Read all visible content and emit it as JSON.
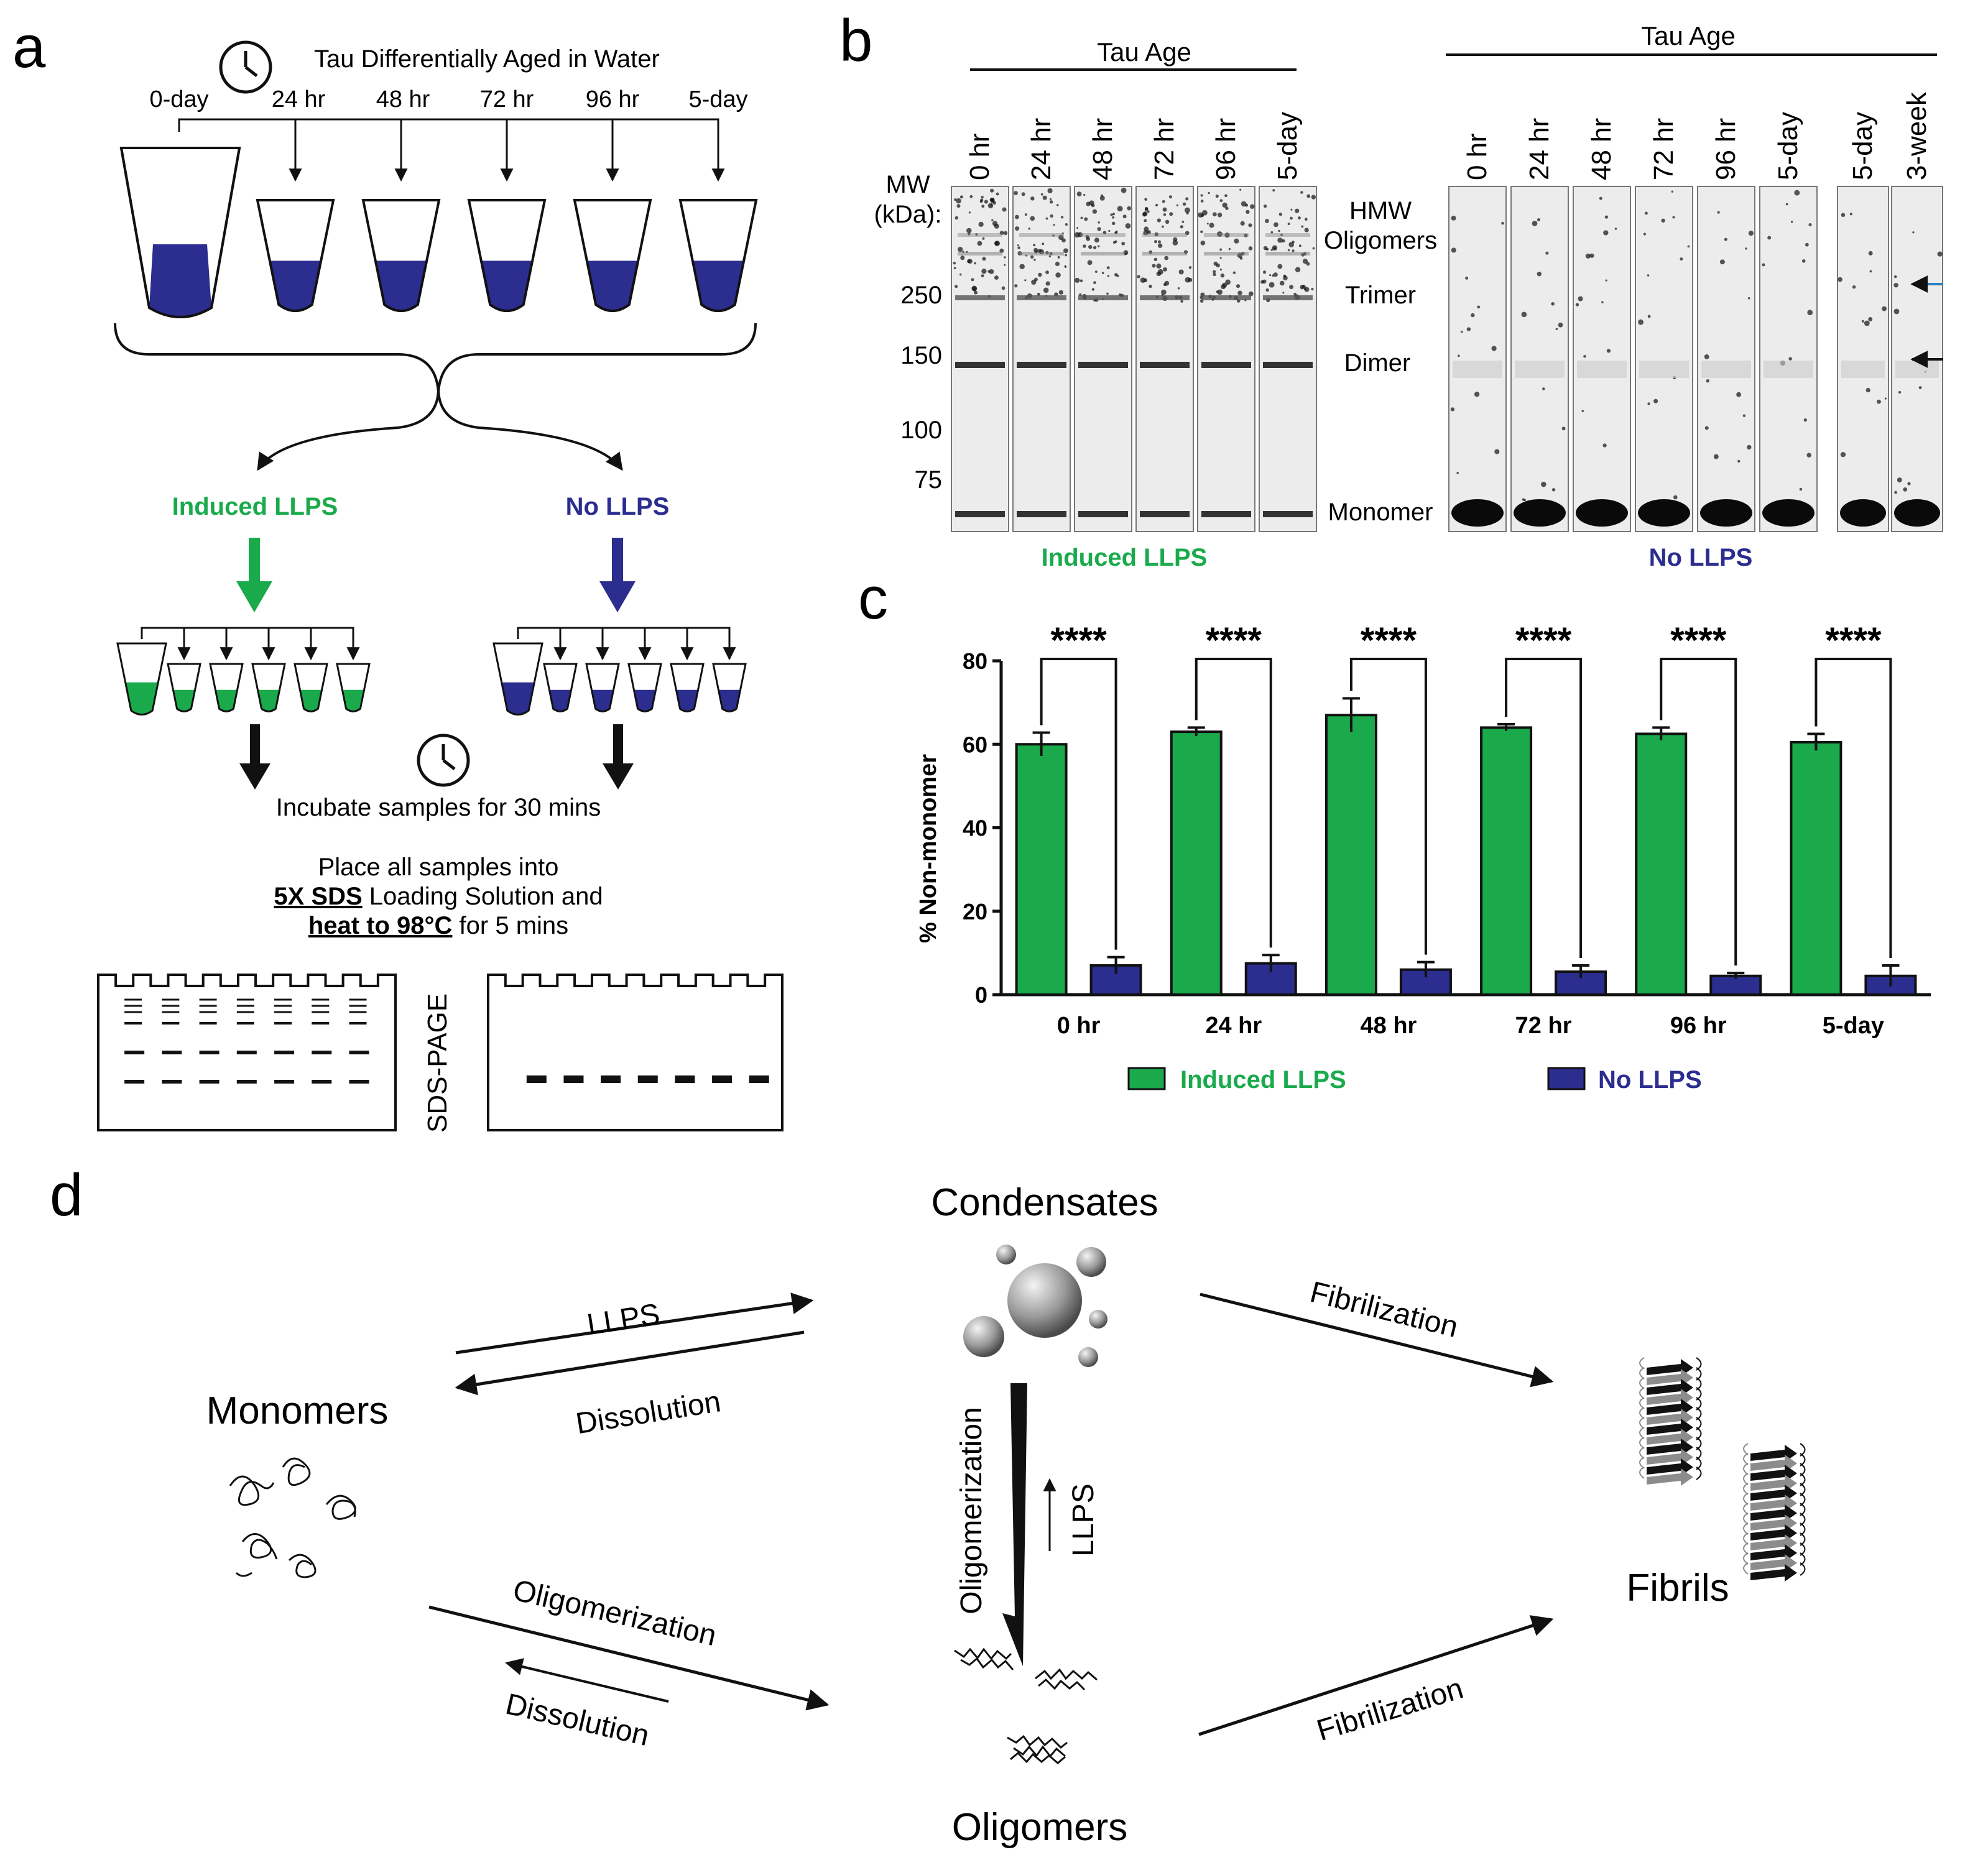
{
  "panels": {
    "a": "a",
    "b": "b",
    "c": "c",
    "d": "d"
  },
  "colors": {
    "green": "#1aaa4b",
    "blue": "#2b2d8f",
    "black": "#111111",
    "gel_bg": "#ececec",
    "gray_fibril": "#8c8c8c",
    "annotation_blue": "#2e7fbf"
  },
  "panel_a": {
    "title": "Tau Differentially Aged in Water",
    "clock_icon": "clock-icon",
    "timepoints": [
      "0-day",
      "24 hr",
      "48 hr",
      "72 hr",
      "96 hr",
      "5-day"
    ],
    "induced_label": "Induced LLPS",
    "no_label": "No LLPS",
    "incubate_text": "Incubate samples for 30 mins",
    "place_line1": "Place all samples into",
    "place_line2_bold": "5X SDS",
    "place_line2_rest": " Loading Solution and",
    "place_line3_bold": "heat to 98°C",
    "place_line3_rest": " for 5 mins",
    "sds_page": "SDS-PAGE"
  },
  "panel_b": {
    "mw_label_1": "MW",
    "mw_label_2": "(kDa):",
    "mw_markers": [
      "250",
      "150",
      "100",
      "75"
    ],
    "tau_age": "Tau Age",
    "lanes_left": [
      "0 hr",
      "24 hr",
      "48 hr",
      "72 hr",
      "96 hr",
      "5-day"
    ],
    "lanes_right": [
      "0 hr",
      "24 hr",
      "48 hr",
      "72 hr",
      "96 hr",
      "5-day"
    ],
    "lanes_extra": [
      "5-day",
      "3-week"
    ],
    "band_labels": [
      "HMW",
      "Oligomers",
      "Trimer",
      "Dimer",
      "Monomer"
    ],
    "induced_label": "Induced LLPS",
    "no_label": "No LLPS"
  },
  "chart_data": {
    "type": "bar",
    "ylabel": "% Non-monomer",
    "ylim": [
      0,
      80
    ],
    "yticks": [
      "0",
      "20",
      "40",
      "60",
      "80"
    ],
    "categories": [
      "0 hr",
      "24 hr",
      "48 hr",
      "72 hr",
      "96 hr",
      "5-day"
    ],
    "series": [
      {
        "name": "Induced LLPS",
        "values": [
          60,
          63,
          67,
          64,
          62.5,
          60.5
        ],
        "errors": [
          2.8,
          1,
          4,
          0.8,
          1.5,
          2
        ]
      },
      {
        "name": "No LLPS",
        "values": [
          7,
          7.5,
          6,
          5.5,
          4.5,
          4.5
        ],
        "errors": [
          2,
          2,
          1.8,
          1.5,
          0.7,
          2.5
        ]
      }
    ],
    "significance": [
      "****",
      "****",
      "****",
      "****",
      "****",
      "****"
    ]
  },
  "panel_d": {
    "condensates": "Condensates",
    "monomers": "Monomers",
    "oligomers": "Oligomers",
    "fibrils": "Fibrils",
    "llps": "LLPS",
    "dissolution": "Dissolution",
    "oligomerization": "Oligomerization",
    "fibrilization": "Fibrilization"
  }
}
